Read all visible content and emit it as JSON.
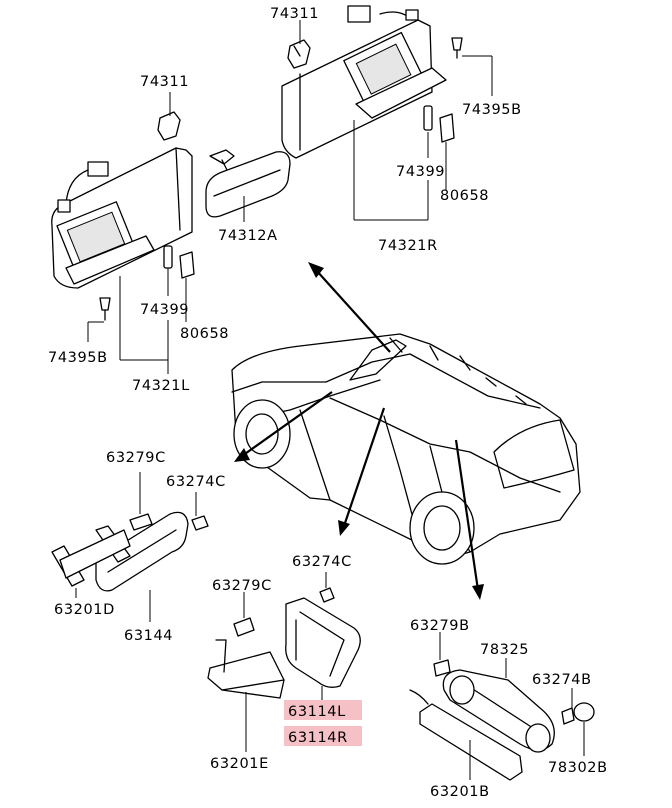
{
  "labels": {
    "p74311_r": "74311",
    "p74311_l": "74311",
    "p74395b_r": "74395B",
    "p74399_r": "74399",
    "p80658_r": "80658",
    "p74321r": "74321R",
    "p74312a": "74312A",
    "p74399_l": "74399",
    "p80658_l": "80658",
    "p74395b_l": "74395B",
    "p74321l": "74321L",
    "p63279c_a": "63279C",
    "p63274c_a": "63274C",
    "p63201d": "63201D",
    "p63144": "63144",
    "p63274c_b": "63274C",
    "p63279c_b": "63279C",
    "p63114l": "63114L",
    "p63114r": "63114R",
    "p63201e": "63201E",
    "p63279b": "63279B",
    "p78325": "78325",
    "p63274b": "63274B",
    "p78302b": "78302B",
    "p63201b": "63201B"
  },
  "highlight_color": "#f5c0c6"
}
